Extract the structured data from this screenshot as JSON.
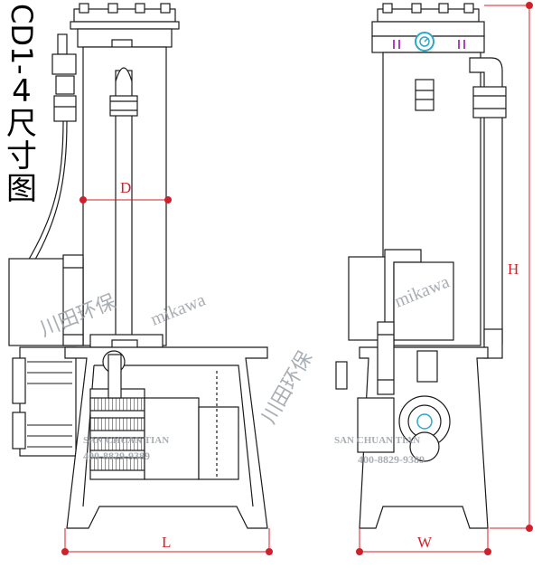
{
  "title": {
    "chars": [
      "CD1",
      "-",
      "4",
      "尺",
      "寸",
      "图"
    ]
  },
  "dimensions": {
    "diameter": "D",
    "height": "H",
    "length": "L",
    "width": "W"
  },
  "watermark": {
    "left": {
      "brand_cn": "川田环保",
      "brand_en": "mikawa",
      "sub": "SAN CHUAN TIAN",
      "phone": "400-8829-9389"
    },
    "right": {
      "brand_cn": "川田环保",
      "brand_en": "mikawa",
      "sub": "SAN CHUAN TIAN",
      "phone": "400-8829-9389"
    }
  },
  "colors": {
    "line": "#1a1a1a",
    "dimension": "#d0202a",
    "gauge": "#2aa7c9",
    "valve_mark": "#b040c0",
    "label_green": "#3c8a4a",
    "watermark": "#9aa0a6"
  }
}
